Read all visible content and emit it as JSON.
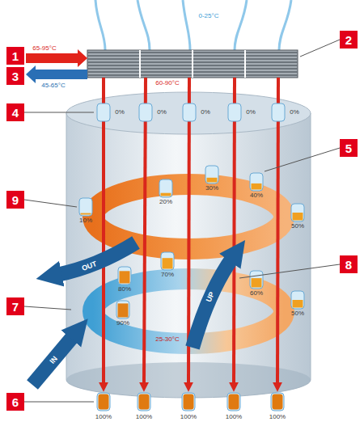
{
  "diagram": {
    "labels": [
      "1",
      "65-95°C",
      "0-25°C",
      "2",
      "3",
      "45-65°C",
      "60-90°C",
      "4",
      "0%",
      "0%",
      "0%",
      "0%",
      "0%",
      "5",
      "9",
      "10%",
      "20%",
      "30%",
      "40%",
      "50%",
      "OUT",
      "70%",
      "80%",
      "8",
      "7",
      "90%",
      "60%",
      "50%",
      "UP",
      "IN",
      "25-30°C",
      "6",
      "100%",
      "100%",
      "100%",
      "100%",
      "100%"
    ]
  }
}
